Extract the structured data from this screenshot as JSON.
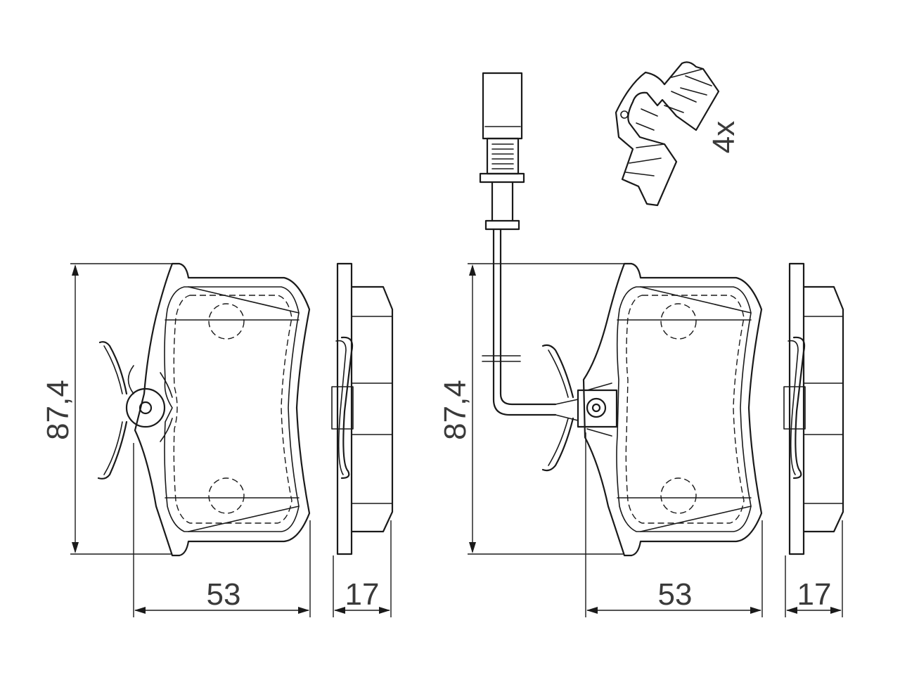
{
  "diagram": {
    "left_pad": {
      "height_label": "87,4",
      "width_label": "53",
      "thickness_label": "17"
    },
    "right_pad": {
      "height_label": "87,4",
      "width_label": "53",
      "thickness_label": "17"
    },
    "clip_quantity_label": "4x",
    "colors": {
      "line": "#1a1a1a",
      "text": "#3a3a3a",
      "background": "#ffffff"
    }
  }
}
